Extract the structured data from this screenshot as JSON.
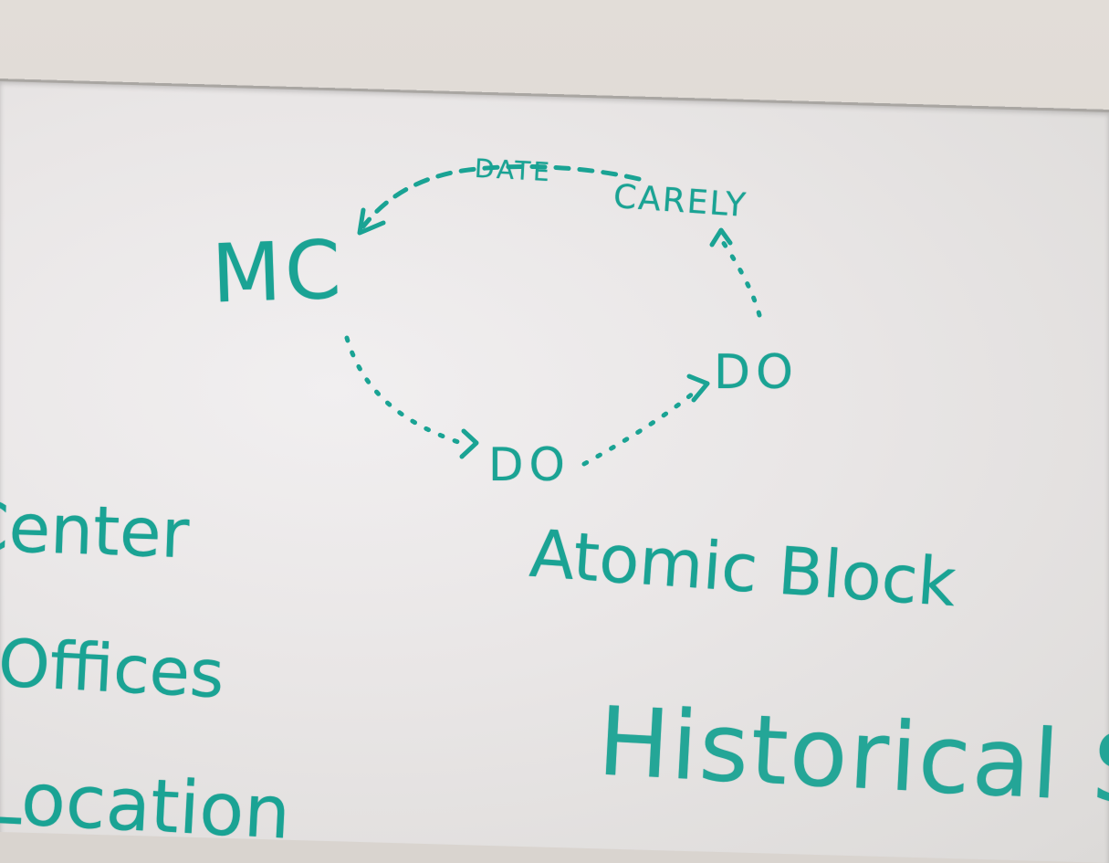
{
  "marker_color": "#1aa394",
  "board_color": "#ecebeb",
  "diagram": {
    "nodes": {
      "mc": "MC",
      "do_bottom": "DO",
      "do_right": "DO",
      "top_right": "CARELY"
    },
    "edge_label_top": "DATE"
  },
  "labels": {
    "atomic_block": "Atomic Block",
    "historical": "Historical Sc",
    "left_center": "Center",
    "left_offices": "Offices",
    "left_location": "Location"
  }
}
